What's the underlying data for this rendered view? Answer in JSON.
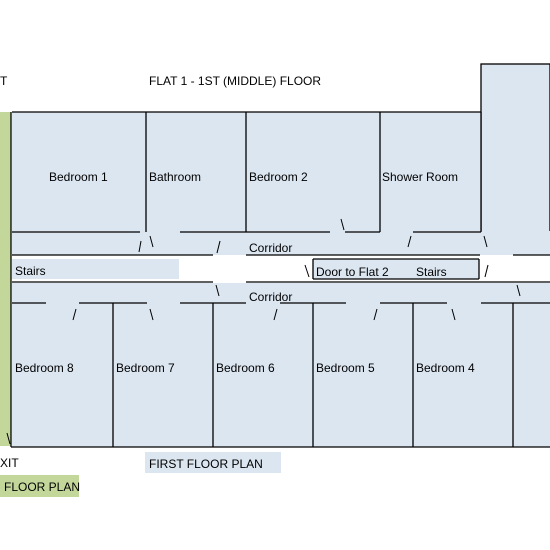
{
  "title": "FLAT 1 - 1ST (MIDDLE) FLOOR",
  "left_fragment_top": "T",
  "exit_fragment": "XIT",
  "first_floor_plan_label": "FIRST FLOOR PLAN",
  "ground_floor_plan_fragment": "FLOOR PLAN",
  "rooms": {
    "bedroom1": "Bedroom 1",
    "bathroom": "Bathroom",
    "bedroom2": "Bedroom 2",
    "shower_room": "Shower Room",
    "bedroom8": "Bedroom 8",
    "bedroom7": "Bedroom 7",
    "bedroom6": "Bedroom 6",
    "bedroom5": "Bedroom 5",
    "bedroom4": "Bedroom 4"
  },
  "corridor_upper": "Corridor",
  "corridor_lower": "Corridor",
  "stairs_left": "Stairs",
  "stairs_right": "Stairs",
  "door_to_flat2": "Door to Flat 2",
  "colors": {
    "room_fill": "#dce6f1",
    "green_strip": "#c4d79b",
    "wall": "#000000"
  }
}
